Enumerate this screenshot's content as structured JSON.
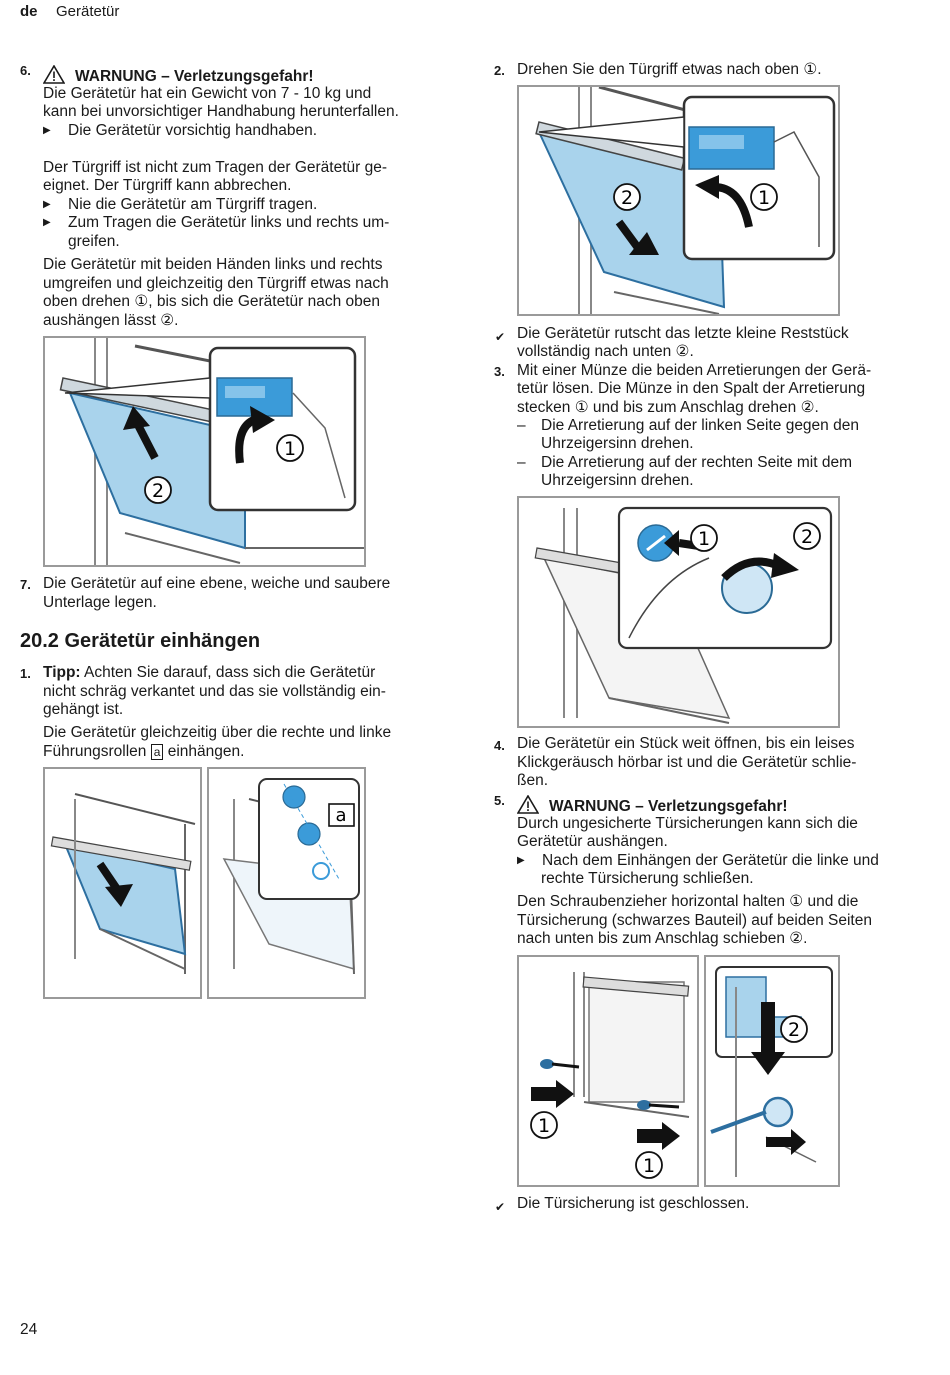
{
  "header": {
    "lang": "de",
    "title": "Gerätetür"
  },
  "left": {
    "step6": {
      "num": "6.",
      "warning": "WARNUNG – Verletzungsgefahr!",
      "line1": "Die Gerätetür hat ein Gewicht von 7 - 10 kg und",
      "line2": "kann bei unvorsichtiger Handhabung herunterfallen.",
      "bullet1": "Die Gerätetür vorsichtig handhaben.",
      "para2_l1": "Der Türgriff ist nicht zum Tragen der Gerätetür ge-",
      "para2_l2": "eignet. Der Türgriff kann abbrechen.",
      "bullet2": "Nie die Gerätetür am Türgriff tragen.",
      "bullet3_l1": "Zum Tragen die Gerätetür links und rechts um-",
      "bullet3_l2": "greifen.",
      "para3_l1": "Die Gerätetür mit beiden Händen links und rechts",
      "para3_l2": "umgreifen und gleichzeitig den Türgriff etwas nach",
      "para3_l3": "oben drehen ①, bis sich die Gerätetür nach oben",
      "para3_l4": "aushängen lässt ②."
    },
    "step7": {
      "num": "7.",
      "l1": "Die Gerätetür auf eine ebene, weiche und saubere",
      "l2": "Unterlage legen."
    },
    "section": {
      "title": "20.2 Gerätetür einhängen"
    },
    "step1": {
      "num": "1.",
      "tip": "Tipp:",
      "l1": " Achten Sie darauf, dass sich die Gerätetür",
      "l2": "nicht schräg verkantet und das sie vollständig ein-",
      "l3": "gehängt ist.",
      "p2_l1": "Die Gerätetür gleichzeitig über die rechte und linke",
      "p2_l2": "Führungsrollen",
      "p2_badge": "a",
      "p2_l2b": " einhängen."
    }
  },
  "right": {
    "step2": {
      "num": "2.",
      "text": "Drehen Sie den Türgriff etwas nach oben ①."
    },
    "result1": {
      "l1": "Die Gerätetür rutscht das letzte kleine Reststück",
      "l2": "vollständig nach unten ②."
    },
    "step3": {
      "num": "3.",
      "l1": "Mit einer Münze die beiden Arretierungen der Gerä-",
      "l2": "tetür lösen. Die Münze in den Spalt der Arretierung",
      "l3": "stecken ① und bis zum Anschlag drehen ②.",
      "d1_l1": "Die Arretierung auf der linken Seite gegen den",
      "d1_l2": "Uhrzeigersinn drehen.",
      "d2_l1": "Die Arretierung auf der rechten Seite mit dem",
      "d2_l2": "Uhrzeigersinn drehen."
    },
    "step4": {
      "num": "4.",
      "l1": "Die Gerätetür ein Stück weit öffnen, bis ein leises",
      "l2": "Klickgeräusch hörbar ist und die Gerätetür schlie-",
      "l3": "ßen."
    },
    "step5": {
      "num": "5.",
      "warning": "WARNUNG – Verletzungsgefahr!",
      "l1": "Durch ungesicherte Türsicherungen kann sich die",
      "l2": "Gerätetür aushängen.",
      "b1_l1": "Nach dem Einhängen der Gerätetür die linke und",
      "b1_l2": "rechte Türsicherung schließen.",
      "p_l1": "Den Schraubenzieher horizontal halten ① und die",
      "p_l2": "Türsicherung (schwarzes Bauteil) auf beiden Seiten",
      "p_l3": "nach unten bis zum Anschlag schieben ②."
    },
    "result2": {
      "text": "Die Türsicherung ist geschlossen."
    }
  },
  "figure_labels": {
    "one": "1",
    "two": "2",
    "a": "a"
  },
  "page_number": "24",
  "colors": {
    "door_glass": "#a9d3ec",
    "handle_blue": "#3b9bd9",
    "frame_gray": "#9a9a9a",
    "text": "#1a1a1a"
  }
}
